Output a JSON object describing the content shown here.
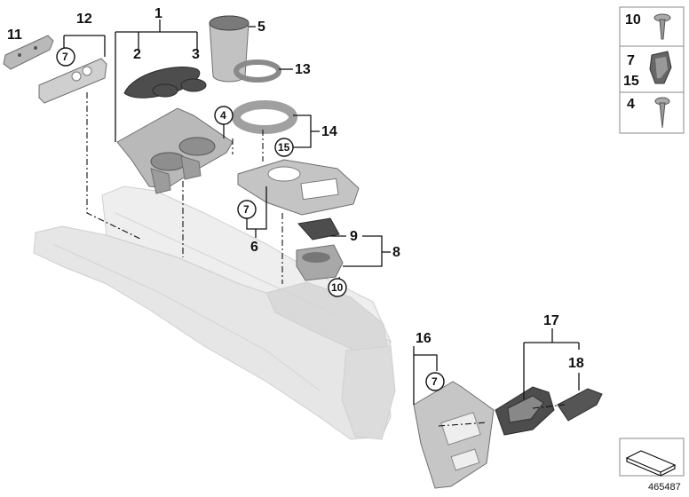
{
  "diagram": {
    "callouts": [
      "1",
      "2",
      "3",
      "4",
      "5",
      "6",
      "7",
      "8",
      "9",
      "10",
      "11",
      "12",
      "13",
      "14",
      "15",
      "16",
      "17",
      "18"
    ],
    "circled": {
      "c7a": "7",
      "c4": "4",
      "c15": "15",
      "c7b": "7",
      "c10": "10",
      "c7c": "7"
    },
    "legend": [
      {
        "label": "10"
      },
      {
        "label_top": "7",
        "label_bottom": "15"
      },
      {
        "label": "4"
      }
    ],
    "diagram_id": "465487"
  }
}
